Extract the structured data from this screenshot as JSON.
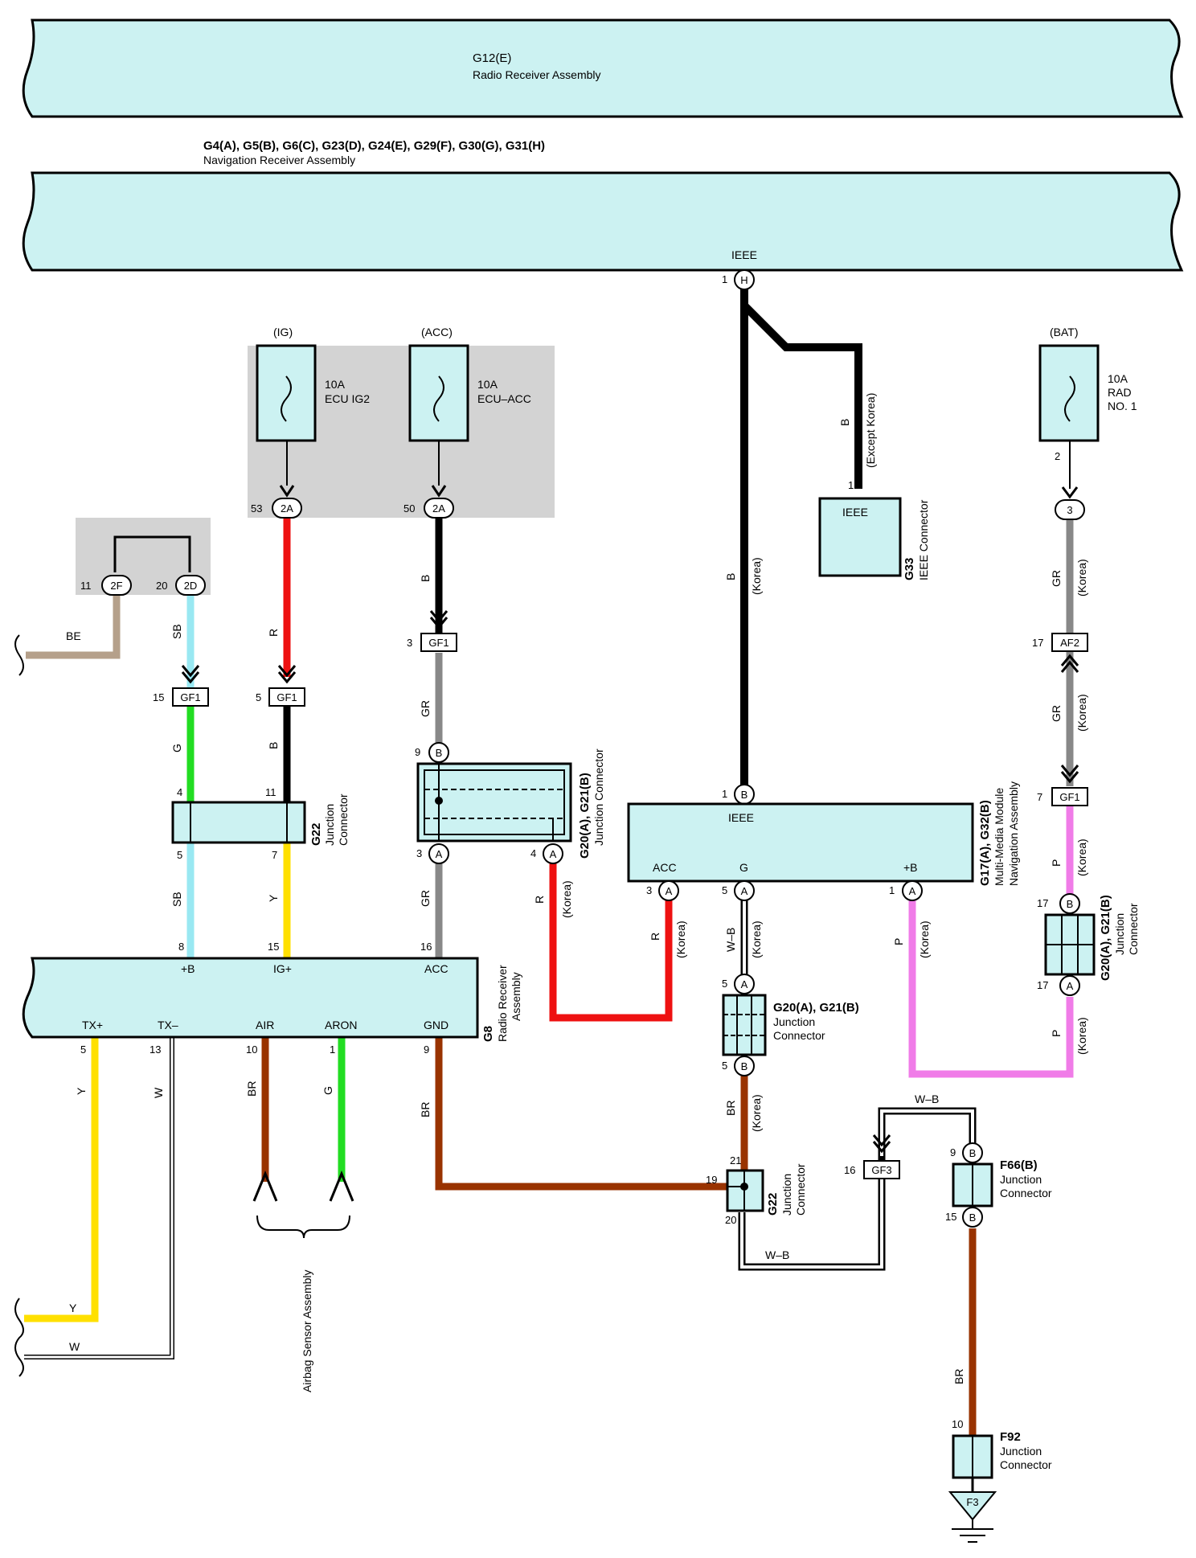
{
  "assemblies": {
    "radio_receiver_top": {
      "code": "G12(E)",
      "name": "Radio Receiver Assembly"
    },
    "navigation_receiver": {
      "code": "G4(A), G5(B), G6(C), G23(D), G24(E), G29(F), G30(G), G31(H)",
      "name": "Navigation Receiver Assembly",
      "terminal": "IEEE",
      "pin_number": "1",
      "pin_letter": "H"
    },
    "ieee_connector": {
      "code": "G33",
      "name": "IEEE Connector",
      "terminal": "IEEE",
      "pin": "1"
    },
    "multimedia_module": {
      "code": "G17(A), G32(B)",
      "name_line1": "Multi-Media Module",
      "name_line2": "Navigation Assembly",
      "top_terminal": "IEEE",
      "top_pin": "1",
      "top_pin_letter": "B",
      "terminals": [
        {
          "label": "ACC",
          "pin": "3",
          "letter": "A"
        },
        {
          "label": "G",
          "pin": "5",
          "letter": "A"
        },
        {
          "label": "+B",
          "pin": "1",
          "letter": "A"
        }
      ]
    },
    "radio_receiver_g8": {
      "code": "G8",
      "name_line1": "Radio Receiver",
      "name_line2": "Assembly",
      "top_terminals": [
        {
          "label": "+B",
          "pin": "8"
        },
        {
          "label": "IG+",
          "pin": "15"
        },
        {
          "label": "ACC",
          "pin": "16"
        }
      ],
      "bottom_terminals": [
        {
          "label": "TX+",
          "pin": "5"
        },
        {
          "label": "TX–",
          "pin": "13"
        },
        {
          "label": "AIR",
          "pin": "10"
        },
        {
          "label": "ARON",
          "pin": "1"
        },
        {
          "label": "GND",
          "pin": "9"
        }
      ]
    },
    "airbag_sensor": {
      "name": "Airbag Sensor Assembly"
    }
  },
  "fuses": {
    "ig": {
      "source": "(IG)",
      "rating": "10A",
      "name": "ECU IG2",
      "connector": "2A",
      "pin": "53"
    },
    "acc": {
      "source": "(ACC)",
      "rating": "10A",
      "name": "ECU–ACC",
      "connector": "2A",
      "pin": "50"
    },
    "bat": {
      "source": "(BAT)",
      "rating": "10A",
      "name_line1": "RAD",
      "name_line2": "NO. 1",
      "pin": "2"
    }
  },
  "connectors": {
    "j2f": {
      "label": "2F",
      "pin": "11"
    },
    "j2d": {
      "label": "2D",
      "pin": "20"
    },
    "gf1_left": {
      "label": "GF1",
      "pin": "15"
    },
    "gf1_mid": {
      "label": "GF1",
      "pin": "5"
    },
    "gf1_acc": {
      "label": "GF1",
      "pin": "3"
    },
    "gf1_right": {
      "label": "GF1",
      "pin": "7"
    },
    "af2": {
      "label": "AF2",
      "pin": "17"
    },
    "bat_3": {
      "label": "3"
    },
    "gf3": {
      "label": "GF3",
      "pin": "16"
    },
    "g22_top": {
      "code": "G22",
      "line1": "Junction",
      "line2": "Connector",
      "pins": [
        "4",
        "11",
        "5",
        "7"
      ]
    },
    "g20_mid": {
      "code": "G20(A), G21(B)",
      "line1": "Junction Connector",
      "pin_b": "9",
      "pin_a3": "3",
      "pin_a4": "4",
      "letter_a": "A",
      "letter_b": "B"
    },
    "g20_right": {
      "code": "G20(A), G21(B)",
      "line1": "Junction",
      "line2": "Connector",
      "pin_top": "17",
      "pin_bot": "17",
      "letter_top": "B",
      "letter_bot": "A"
    },
    "g20_low": {
      "code": "G20(A), G21(B)",
      "line1": "Junction",
      "line2": "Connector",
      "pin_top": "5",
      "pin_bot": "5",
      "letter_top": "A",
      "letter_bot": "B"
    },
    "g22_low": {
      "code": "G22",
      "line1": "Junction",
      "line2": "Connector",
      "pins": [
        "21",
        "19",
        "20"
      ]
    },
    "f66": {
      "code": "F66(B)",
      "line1": "Junction",
      "line2": "Connector",
      "pin_top": "9",
      "pin_bot": "15",
      "letter": "B"
    },
    "f92": {
      "code": "F92",
      "line1": "Junction",
      "line2": "Connector",
      "pin": "10"
    },
    "ground": {
      "label": "F3"
    }
  },
  "wires": {
    "be": "BE",
    "sb": "SB",
    "g": "G",
    "r": "R",
    "b": "B",
    "gr": "GR",
    "y": "Y",
    "w": "W",
    "br": "BR",
    "p": "P",
    "wb": "W–B"
  },
  "notes": {
    "korea": "(Korea)",
    "except_korea": "(Except Korea)"
  },
  "colors": {
    "body_fill": "#ccf2f2",
    "fuse_panel": "#d3d3d3",
    "wire_be": "#b5a08a",
    "wire_sb": "#99e8f2",
    "wire_g": "#22dd22",
    "wire_r": "#ee1111",
    "wire_b": "#000000",
    "wire_gr": "#888888",
    "wire_y": "#ffe000",
    "wire_br": "#993300",
    "wire_p": "#f07ce8"
  }
}
